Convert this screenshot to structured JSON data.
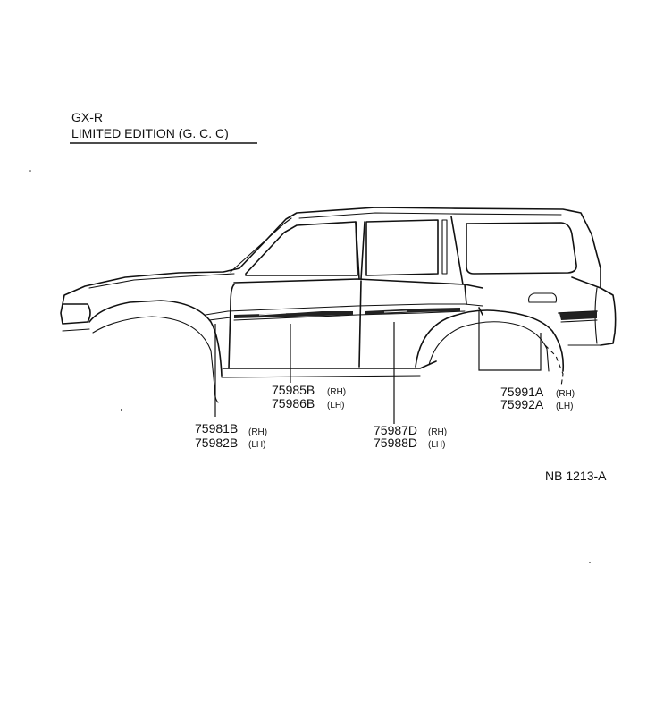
{
  "header": {
    "model": "GX-R",
    "edition": "LIMITED  EDITION (G. C. C)"
  },
  "callouts": [
    {
      "part_rh": "75985B",
      "rh": "(RH)",
      "part_lh": "75986B",
      "lh": "(LH)"
    },
    {
      "part_rh": "75981B",
      "rh": "(RH)",
      "part_lh": "75982B",
      "lh": "(LH)"
    },
    {
      "part_rh": "75987D",
      "rh": "(RH)",
      "part_lh": "75988D",
      "lh": "(LH)"
    },
    {
      "part_rh": "75991A",
      "rh": "(RH)",
      "part_lh": "75992A",
      "lh": "(LH)"
    }
  ],
  "figure_code": "NB  1213-A"
}
